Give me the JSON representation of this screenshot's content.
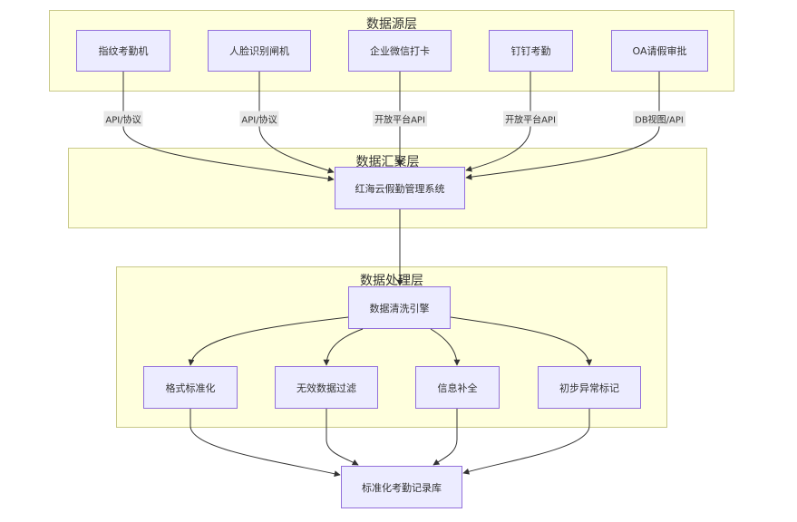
{
  "layers": {
    "source": "数据源层",
    "aggregate": "数据汇聚层",
    "process": "数据处理层"
  },
  "nodes": {
    "fingerprint": "指纹考勤机",
    "face": "人脸识别闸机",
    "wecom": "企业微信打卡",
    "dingtalk": "钉钉考勤",
    "oa": "OA请假审批",
    "hr": "红海云假勤管理系统",
    "clean": "数据清洗引擎",
    "format": "格式标准化",
    "invalid": "无效数据过滤",
    "complete": "信息补全",
    "anomaly": "初步异常标记",
    "db": "标准化考勤记录库"
  },
  "edge_labels": {
    "fingerprint": "API/协议",
    "face": "API/协议",
    "wecom": "开放平台API",
    "dingtalk": "开放平台API",
    "oa": "DB视图/API"
  },
  "colors": {
    "layer_fill": "#ffffde",
    "layer_border": "#c9c98a",
    "node_fill": "#ececff",
    "node_border": "#9370db",
    "edge": "#333333"
  }
}
